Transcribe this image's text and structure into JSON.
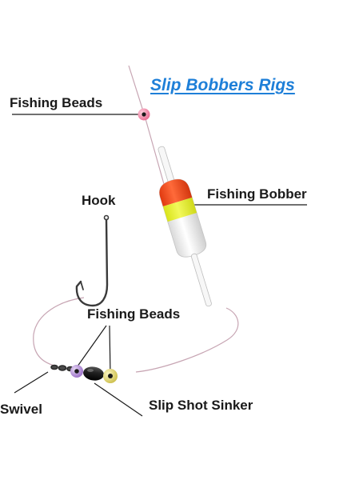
{
  "title": "Slip Bobbers Rigs",
  "labels": {
    "fishing_beads_top": "Fishing Beads",
    "hook": "Hook",
    "fishing_bobber": "Fishing Bobber",
    "fishing_beads_bottom": "Fishing Beads",
    "swivel": "Swivel",
    "slip_shot_sinker": "Slip Shot Sinker"
  },
  "colors": {
    "title": "#1e7fd8",
    "bobber_top": "#f04a1c",
    "bobber_band": "#e6ef2a",
    "bobber_body": "#f3f3f3",
    "bead_pink": "#f08aa6",
    "bead_purple": "#b48cd6",
    "bead_yellow": "#e9e27a",
    "line": "#c9a9b6"
  }
}
